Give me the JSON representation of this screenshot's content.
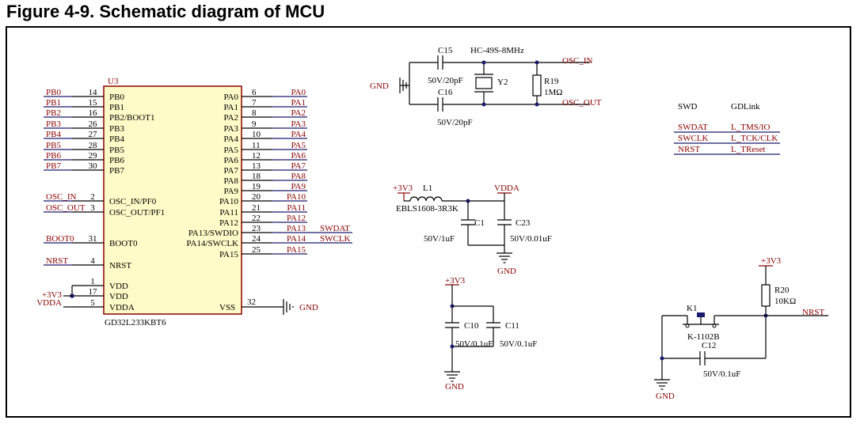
{
  "title": "Figure 4-9. Schematic diagram of MCU",
  "mcu": {
    "designator": "U3",
    "part": "GD32L233KBT6",
    "left_pins": [
      {
        "net": "PB0",
        "num": "14",
        "name": "PB0"
      },
      {
        "net": "PB1",
        "num": "15",
        "name": "PB1"
      },
      {
        "net": "PB2",
        "num": "16",
        "name": "PB2/BOOT1"
      },
      {
        "net": "PB3",
        "num": "26",
        "name": "PB3"
      },
      {
        "net": "PB4",
        "num": "27",
        "name": "PB4"
      },
      {
        "net": "PB5",
        "num": "28",
        "name": "PB5"
      },
      {
        "net": "PB6",
        "num": "29",
        "name": "PB6"
      },
      {
        "net": "PB7",
        "num": "30",
        "name": "PB7"
      },
      {
        "net": "OSC_IN",
        "num": "2",
        "name": "OSC_IN/PF0"
      },
      {
        "net": "OSC_OUT",
        "num": "3",
        "name": "OSC_OUT/PF1"
      },
      {
        "net": "BOOT0",
        "num": "31",
        "name": "BOOT0"
      },
      {
        "net": "NRST",
        "num": "4",
        "name": "NRST"
      },
      {
        "net": "",
        "num": "1",
        "name": "VDD"
      },
      {
        "net": "+3V3",
        "num": "17",
        "name": "VDD"
      },
      {
        "net": "VDDA",
        "num": "5",
        "name": "VDDA"
      }
    ],
    "right_pins": [
      {
        "name": "PA0",
        "num": "6",
        "net": "PA0",
        "alt": ""
      },
      {
        "name": "PA1",
        "num": "7",
        "net": "PA1",
        "alt": ""
      },
      {
        "name": "PA2",
        "num": "8",
        "net": "PA2",
        "alt": ""
      },
      {
        "name": "PA3",
        "num": "9",
        "net": "PA3",
        "alt": ""
      },
      {
        "name": "PA4",
        "num": "10",
        "net": "PA4",
        "alt": ""
      },
      {
        "name": "PA5",
        "num": "11",
        "net": "PA5",
        "alt": ""
      },
      {
        "name": "PA6",
        "num": "12",
        "net": "PA6",
        "alt": ""
      },
      {
        "name": "PA7",
        "num": "13",
        "net": "PA7",
        "alt": ""
      },
      {
        "name": "PA8",
        "num": "18",
        "net": "PA8",
        "alt": ""
      },
      {
        "name": "PA9",
        "num": "19",
        "net": "PA9",
        "alt": ""
      },
      {
        "name": "PA10",
        "num": "20",
        "net": "PA10",
        "alt": ""
      },
      {
        "name": "PA11",
        "num": "21",
        "net": "PA11",
        "alt": ""
      },
      {
        "name": "PA12",
        "num": "22",
        "net": "PA12",
        "alt": ""
      },
      {
        "name": "PA13/SWDIO",
        "num": "23",
        "net": "PA13",
        "alt": "SWDAT"
      },
      {
        "name": "PA14/SWCLK",
        "num": "24",
        "net": "PA14",
        "alt": "SWCLK"
      },
      {
        "name": "PA15",
        "num": "25",
        "net": "PA15",
        "alt": ""
      }
    ],
    "vss": {
      "name": "VSS",
      "num": "32",
      "net": "GND"
    }
  },
  "oscillator": {
    "c15": "C15",
    "c15_value": "50V/20pF",
    "c16": "C16",
    "c16_value": "50V/20pF",
    "crystal_part": "HC-49S-8MHz",
    "crystal": "Y2",
    "r19": "R19",
    "r19_value": "1MΩ",
    "osc_in": "OSC_IN",
    "osc_out": "OSC_OUT",
    "gnd": "GND"
  },
  "swd_table": {
    "col1": "SWD",
    "col2": "GDLink",
    "rows": [
      {
        "a": "SWDAT",
        "b": "L_TMS/IO"
      },
      {
        "a": "SWCLK",
        "b": "L_TCK/CLK"
      },
      {
        "a": "NRST",
        "b": "L_TReset"
      }
    ]
  },
  "vdda_filter": {
    "supply": "+3V3",
    "inductor": "L1",
    "inductor_part": "EBLS1608-3R3K",
    "vdda": "VDDA",
    "c1": "C1",
    "c1_value": "50V/1uF",
    "c23": "C23",
    "c23_value": "50V/0.01uF",
    "gnd": "GND"
  },
  "decoupling": {
    "supply": "+3V3",
    "c10": "C10",
    "c10_value": "50V/0.1uF",
    "c11": "C11",
    "c11_value": "50V/0.1uF",
    "gnd": "GND"
  },
  "reset": {
    "supply": "+3V3",
    "r20": "R20",
    "r20_value": "10KΩ",
    "k1": "K1",
    "k1_part": "K-1102B",
    "c12": "C12",
    "c12_value": "50V/0.1uF",
    "nrst": "NRST",
    "gnd": "GND"
  }
}
